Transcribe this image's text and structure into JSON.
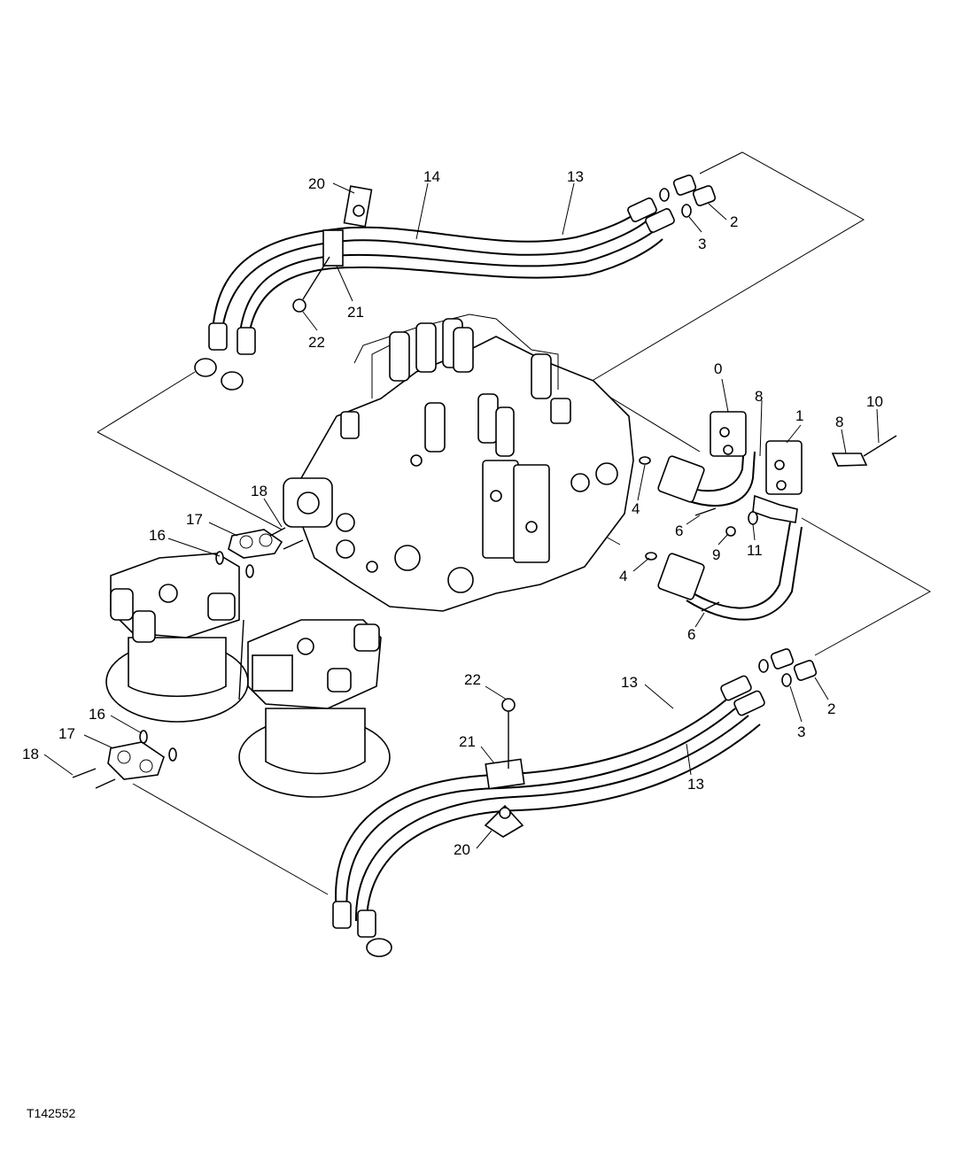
{
  "figure_id": "T142552",
  "callouts": {
    "c20_top": "20",
    "c14_top": "14",
    "c13_top": "13",
    "c2_top": "2",
    "c3_top": "3",
    "c21_top": "21",
    "c22_top": "22",
    "c0": "0",
    "c8_a": "8",
    "c1": "1",
    "c8_b": "8",
    "c10": "10",
    "c18_top": "18",
    "c17_top": "17",
    "c16_top": "16",
    "c4_a": "4",
    "c6_a": "6",
    "c9": "9",
    "c11": "11",
    "c4_b": "4",
    "c6_b": "6",
    "c22_bot": "22",
    "c13_mid": "13",
    "c2_bot": "2",
    "c3_bot": "3",
    "c21_bot": "21",
    "c13_bot": "13",
    "c16_bot": "16",
    "c17_bot": "17",
    "c18_bot": "18",
    "c20_bot": "20"
  }
}
